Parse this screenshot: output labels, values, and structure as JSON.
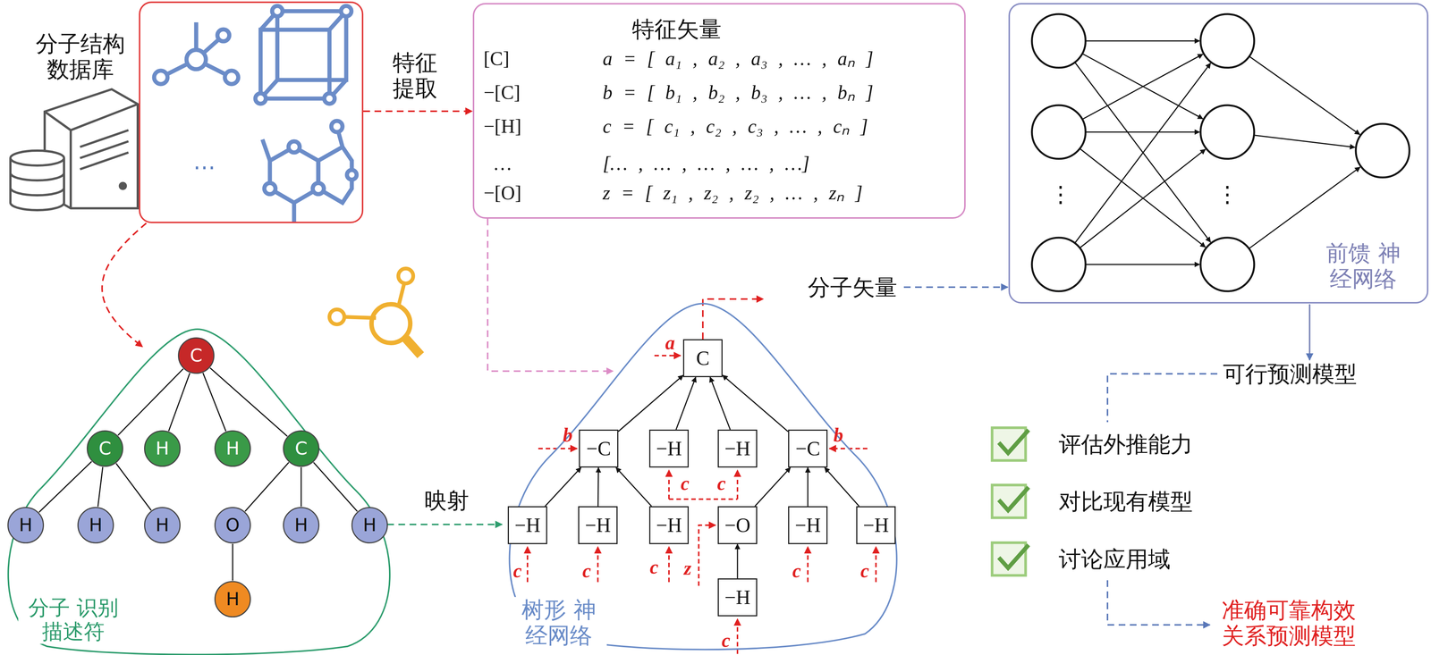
{
  "diagram": {
    "nodes": [
      {
        "text": [
          "…"
        ]
      },
      {
        "text": [
          "特征矢量",
          "[C]",
          "a = [ a₁ , a₂ , a₃ , … , aₙ ]",
          "−[C]",
          "b = [ b₁ , b₂ , b₃ , … , bₙ ]",
          "−[H]",
          "c = [ c₁ , c₂ , c₃ , … , cₙ ]",
          "…",
          "[… , … , … , … , …]",
          "−[O]",
          "z = [ z₁ , z₂ , z₂ , … , zₙ ]"
        ]
      },
      {
        "text": [
          "前馈 神经网络"
        ]
      },
      {
        "text": [
          "分子 识别描述符"
        ]
      },
      {
        "text": [
          "C"
        ],
        "in": 3
      },
      {
        "text": [
          "C"
        ],
        "in": 3
      },
      {
        "text": [
          "H"
        ],
        "in": 3
      },
      {
        "text": [
          "H"
        ],
        "in": 3
      },
      {
        "text": [
          "C"
        ],
        "in": 3
      },
      {
        "text": [
          "H"
        ],
        "in": 3
      },
      {
        "text": [
          "H"
        ],
        "in": 3
      },
      {
        "text": [
          "H"
        ],
        "in": 3
      },
      {
        "text": [
          "O"
        ],
        "in": 3
      },
      {
        "text": [
          "H"
        ],
        "in": 3
      },
      {
        "text": [
          "H"
        ],
        "in": 3
      },
      {
        "text": [
          "H"
        ],
        "in": 3
      },
      {
        "text": [
          "树形 神经网络"
        ]
      },
      {
        "text": [
          "C"
        ],
        "in": 16
      },
      {
        "text": [
          "−C"
        ],
        "in": 16
      },
      {
        "text": [
          "−H"
        ],
        "in": 16
      },
      {
        "text": [
          "−H"
        ],
        "in": 16
      },
      {
        "text": [
          "−C"
        ],
        "in": 16
      },
      {
        "text": [
          "−H"
        ],
        "in": 16
      },
      {
        "text": [
          "−H"
        ],
        "in": 16
      },
      {
        "text": [
          "−H"
        ],
        "in": 16
      },
      {
        "text": [
          "−O"
        ],
        "in": 16
      },
      {
        "text": [
          "−H"
        ],
        "in": 16
      },
      {
        "text": [
          "−H"
        ],
        "in": 16
      },
      {
        "text": [
          "−H"
        ],
        "in": 16
      }
    ],
    "edges": [
      {
        "from": 0,
        "to": 1,
        "arrow": "to",
        "label": "特征 提取"
      },
      {
        "from": 0,
        "to": 3,
        "arrow": "to"
      },
      {
        "from": 1,
        "to": 16,
        "arrow": "to"
      },
      {
        "from": 3,
        "to": 16,
        "arrow": "to",
        "label": "映射"
      },
      {
        "from": 17,
        "to": 2,
        "arrow": "to",
        "label": "分子矢量"
      },
      {
        "from": 4,
        "to": 5,
        "arrow": "none"
      },
      {
        "from": 4,
        "to": 6,
        "arrow": "none"
      },
      {
        "from": 4,
        "to": 7,
        "arrow": "none"
      },
      {
        "from": 4,
        "to": 8,
        "arrow": "none"
      },
      {
        "from": 5,
        "to": 9,
        "arrow": "none"
      },
      {
        "from": 5,
        "to": 10,
        "arrow": "none"
      },
      {
        "from": 5,
        "to": 11,
        "arrow": "none"
      },
      {
        "from": 8,
        "to": 12,
        "arrow": "none"
      },
      {
        "from": 8,
        "to": 13,
        "arrow": "none"
      },
      {
        "from": 8,
        "to": 14,
        "arrow": "none"
      },
      {
        "from": 12,
        "to": 15,
        "arrow": "none"
      },
      {
        "from": 18,
        "to": 17,
        "arrow": "to"
      },
      {
        "from": 19,
        "to": 17,
        "arrow": "to"
      },
      {
        "from": 20,
        "to": 17,
        "arrow": "to"
      },
      {
        "from": 21,
        "to": 17,
        "arrow": "to"
      },
      {
        "from": 22,
        "to": 18,
        "arrow": "to"
      },
      {
        "from": 23,
        "to": 18,
        "arrow": "to"
      },
      {
        "from": 24,
        "to": 18,
        "arrow": "to"
      },
      {
        "from": 25,
        "to": 21,
        "arrow": "to"
      },
      {
        "from": 26,
        "to": 21,
        "arrow": "to"
      },
      {
        "from": 27,
        "to": 21,
        "arrow": "to"
      },
      {
        "from": 28,
        "to": 25,
        "arrow": "to"
      }
    ],
    "labels": [
      "分子结构 数据库",
      "⋮",
      "⋮",
      "可行预测模型",
      "评估外推能力",
      "对比现有模型",
      "讨论应用域",
      "准确可靠构效 关系预测模型",
      "a",
      "b",
      "b",
      "c",
      "c",
      "c",
      "c",
      "c",
      "z",
      "c",
      "c",
      "c"
    ]
  }
}
